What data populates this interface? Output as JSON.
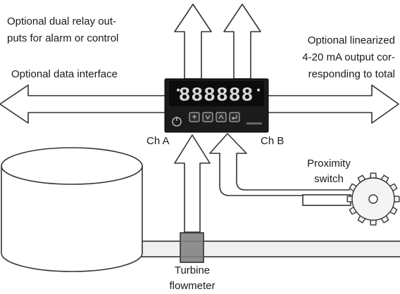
{
  "labels": {
    "relay_line1": "Optional dual relay out-",
    "relay_line2": "puts for alarm or control",
    "linear_line1": "Optional linearized",
    "linear_line2": "4-20 mA output cor-",
    "linear_line3": "responding to total",
    "data_interface": "Optional data interface",
    "channel_a": "Ch A",
    "channel_b": "Ch B",
    "proximity_line1": "Proximity",
    "proximity_line2": "switch",
    "turbine_line1": "Turbine",
    "turbine_line2": "flowmeter"
  },
  "display": {
    "readout": "888888"
  },
  "colors": {
    "device_body": "#1b1b1b",
    "display_digits": "#d8d8d8",
    "arrow_fill": "#ffffff",
    "outline": "#333333",
    "tank_fill": "#ffffff",
    "pipe_fill": "#f0f0f0",
    "flowmeter_fill": "#8e8e8e",
    "gear_fill": "#f4f4f4"
  }
}
